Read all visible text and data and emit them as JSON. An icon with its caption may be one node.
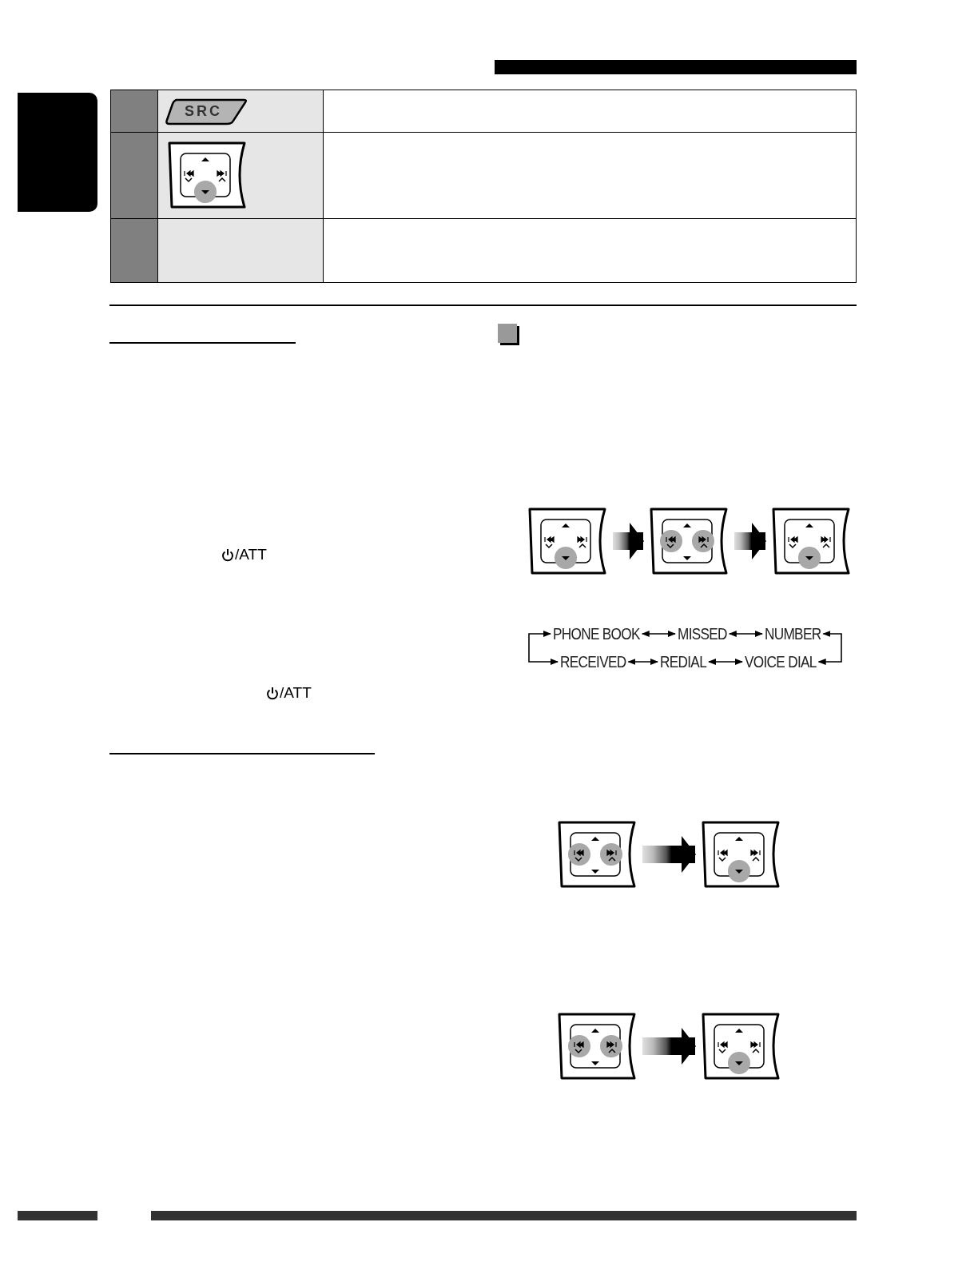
{
  "diagram": {
    "nodes": [
      {
        "text": [
          "PHONE BOOK"
        ]
      },
      {
        "text": [
          "MISSED"
        ]
      },
      {
        "text": [
          "NUMBER"
        ]
      },
      {
        "text": [
          "RECEIVED"
        ]
      },
      {
        "text": [
          "REDIAL"
        ]
      },
      {
        "text": [
          "VOICE DIAL"
        ]
      },
      {
        "text": [],
        "shape": "picture"
      },
      {
        "text": [],
        "shape": "picture"
      },
      {
        "text": [],
        "shape": "picture"
      },
      {
        "text": [],
        "shape": "picture"
      },
      {
        "text": [],
        "shape": "picture"
      },
      {
        "text": [],
        "shape": "picture"
      },
      {
        "text": [],
        "shape": "picture"
      },
      {
        "text": [],
        "shape": "box"
      }
    ],
    "edges": [
      {
        "from": 0,
        "to": 1,
        "arrow": "both"
      },
      {
        "from": 1,
        "to": 2,
        "arrow": "both"
      },
      {
        "from": 3,
        "to": 4,
        "arrow": "both"
      },
      {
        "from": 4,
        "to": 5,
        "arrow": "both"
      },
      {
        "from": 0,
        "to": 3,
        "arrow": "both"
      },
      {
        "from": 2,
        "to": 5,
        "arrow": "both"
      },
      {
        "from": 6,
        "to": 7,
        "arrow": "to",
        "style": "thick"
      },
      {
        "from": 7,
        "to": 8,
        "arrow": "to",
        "style": "thick"
      },
      {
        "from": 9,
        "to": 10,
        "arrow": "to",
        "style": "thick"
      },
      {
        "from": 11,
        "to": 12,
        "arrow": "to",
        "style": "thick"
      }
    ],
    "labels": [
      "SRC",
      "/ATT",
      "/ATT"
    ]
  }
}
